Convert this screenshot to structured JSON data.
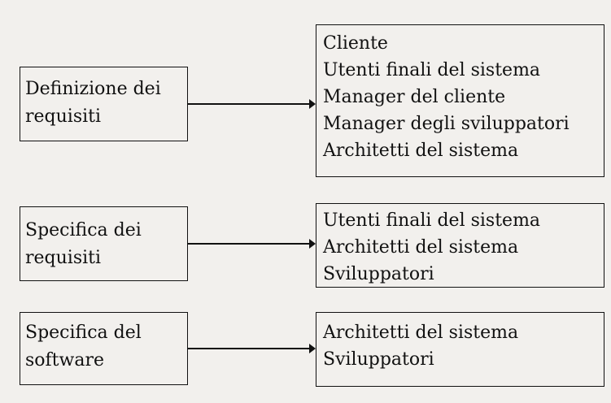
{
  "rows": [
    {
      "source": [
        "Definizione dei",
        "requisiti"
      ],
      "targets": [
        "Cliente",
        "Utenti finali del sistema",
        "Manager del cliente",
        "Manager degli sviluppatori",
        "Architetti del sistema"
      ]
    },
    {
      "source": [
        "Specifica dei",
        "requisiti"
      ],
      "targets": [
        "Utenti finali del sistema",
        "Architetti del sistema",
        "Sviluppatori"
      ]
    },
    {
      "source": [
        "Specifica del",
        "software"
      ],
      "targets": [
        "Architetti del sistema",
        "Sviluppatori"
      ]
    }
  ]
}
